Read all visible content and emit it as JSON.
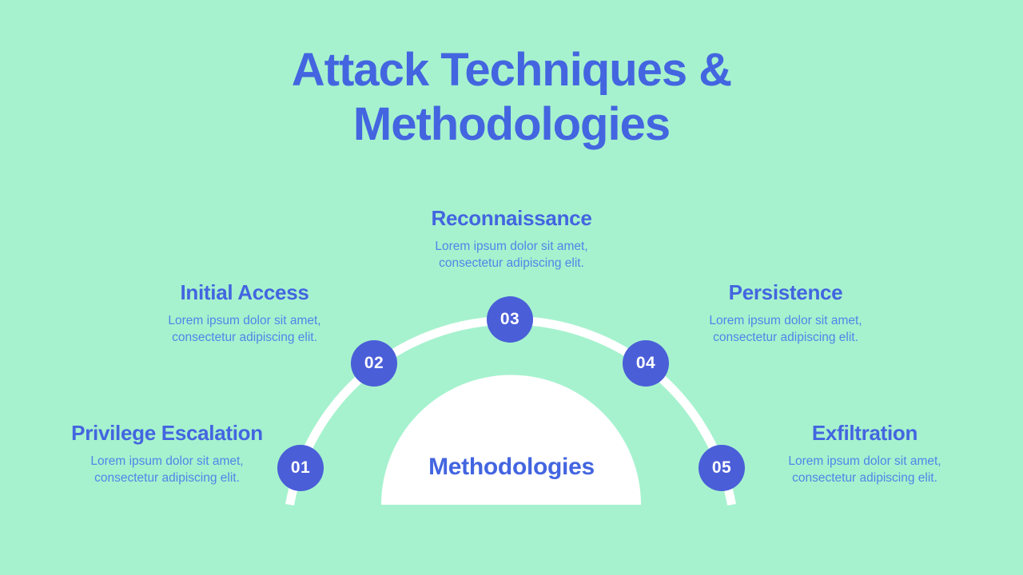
{
  "slide": {
    "title": "Attack Techniques & Methodologies",
    "center_label": "Methodologies"
  },
  "steps": [
    {
      "number": "01",
      "title": "Privilege Escalation",
      "description": "Lorem ipsum dolor sit amet, consectetur adipiscing elit."
    },
    {
      "number": "02",
      "title": "Initial Access",
      "description": "Lorem ipsum dolor sit amet, consectetur adipiscing elit."
    },
    {
      "number": "03",
      "title": "Reconnaissance",
      "description": "Lorem ipsum dolor sit amet, consectetur adipiscing elit."
    },
    {
      "number": "04",
      "title": "Persistence",
      "description": "Lorem ipsum dolor sit amet, consectetur adipiscing elit."
    },
    {
      "number": "05",
      "title": "Exfiltration",
      "description": "Lorem ipsum dolor sit amet, consectetur adipiscing elit."
    }
  ],
  "colors": {
    "background": "#A6F2CE",
    "accent": "#4365E0",
    "body-text": "#4F85E8",
    "node-fill": "#4A5ED8",
    "arc": "#FFFFFF"
  }
}
